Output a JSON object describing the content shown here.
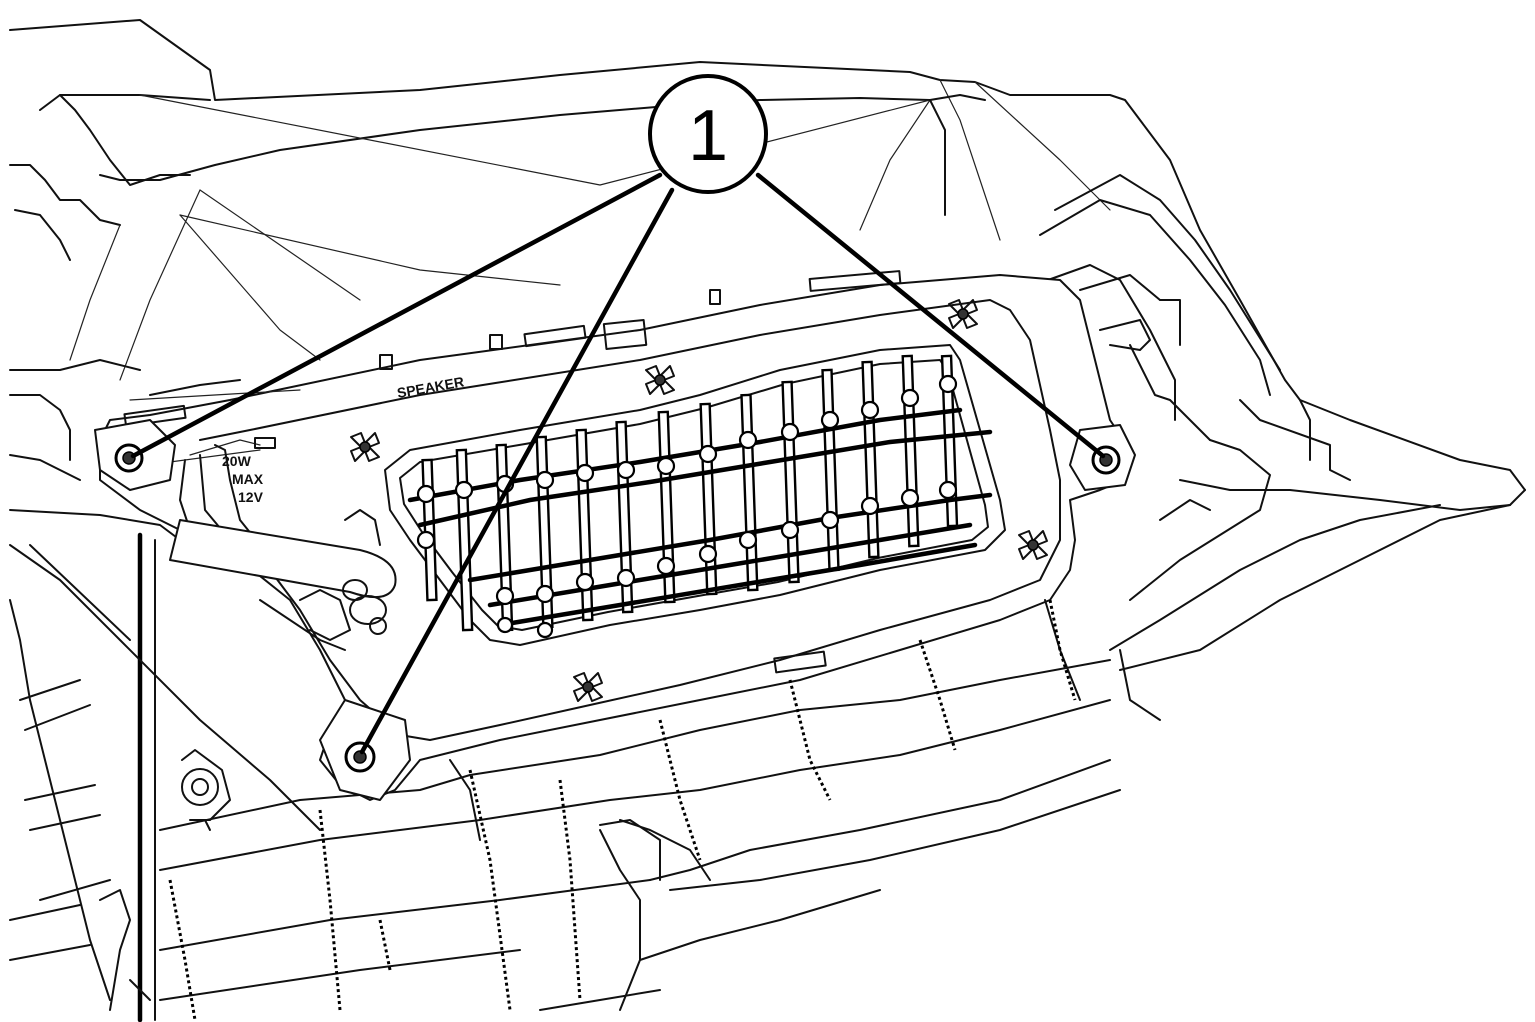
{
  "callout": {
    "number": "1"
  },
  "speaker_label": {
    "text": "SPEAKER",
    "rating_line1": "20W",
    "rating_line2": "MAX",
    "rating_line3": "12V"
  },
  "colors": {
    "line": "#111111",
    "background": "#ffffff"
  }
}
